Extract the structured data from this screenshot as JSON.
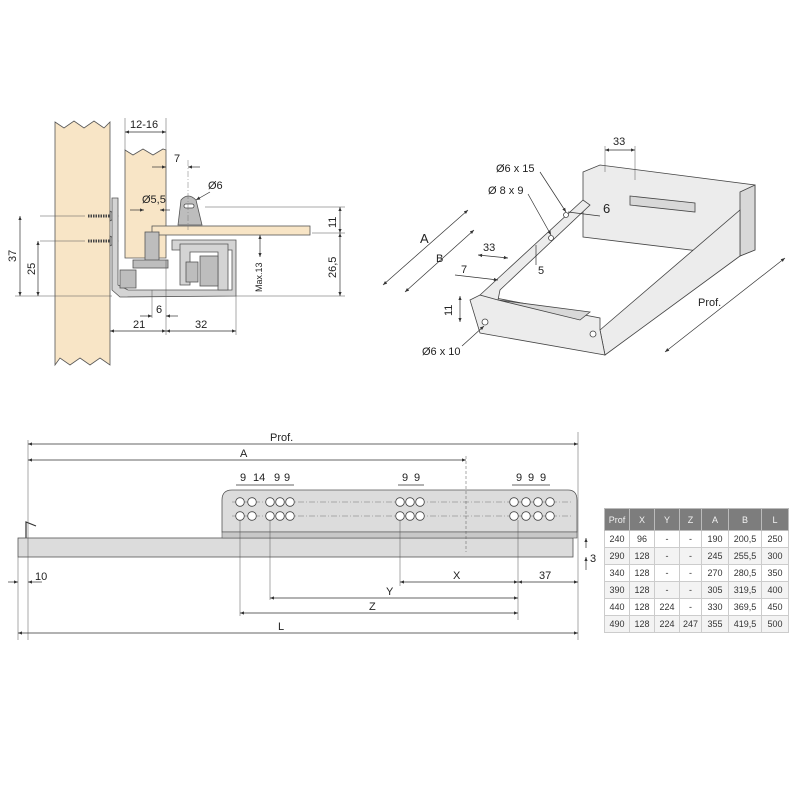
{
  "side_view": {
    "labels": {
      "panel_thickness": "12-16",
      "offset_7": "7",
      "pin_dia": "Ø6",
      "hole_dia": "Ø5,5",
      "dim_11": "11",
      "dim_26_5": "26,5",
      "dim_37": "37",
      "dim_25": "25",
      "max_13": "Max.13",
      "dim_6": "6",
      "dim_21": "21",
      "dim_32": "32"
    }
  },
  "iso_view": {
    "labels": {
      "dim_33_top": "33",
      "hole_6x15": "Ø6 x 15",
      "hole_8x9": "Ø 8 x 9",
      "dim_6": "6",
      "dim_A": "A",
      "dim_B": "B",
      "dim_33": "33",
      "dim_7": "7",
      "dim_5": "5",
      "dim_11": "11",
      "hole_6x10": "Ø6 x 10",
      "prof": "Prof."
    }
  },
  "rail_view": {
    "labels": {
      "prof": "Prof.",
      "A": "A",
      "g1a": "9",
      "g1b": "14",
      "g1c": "9",
      "g1d": "9",
      "g2a": "9",
      "g2b": "9",
      "g3a": "9",
      "g3b": "9",
      "g3c": "9",
      "X": "X",
      "dim_37": "37",
      "dim_3": "3",
      "dim_10": "10",
      "Y": "Y",
      "Z": "Z",
      "L": "L"
    }
  },
  "table": {
    "headers": [
      "Prof",
      "X",
      "Y",
      "Z",
      "A",
      "B",
      "L"
    ],
    "rows": [
      [
        "240",
        "96",
        "-",
        "-",
        "190",
        "200,5",
        "250"
      ],
      [
        "290",
        "128",
        "-",
        "-",
        "245",
        "255,5",
        "300"
      ],
      [
        "340",
        "128",
        "-",
        "-",
        "270",
        "280,5",
        "350"
      ],
      [
        "390",
        "128",
        "-",
        "-",
        "305",
        "319,5",
        "400"
      ],
      [
        "440",
        "128",
        "224",
        "-",
        "330",
        "369,5",
        "450"
      ],
      [
        "490",
        "128",
        "224",
        "247",
        "355",
        "419,5",
        "500"
      ]
    ]
  }
}
